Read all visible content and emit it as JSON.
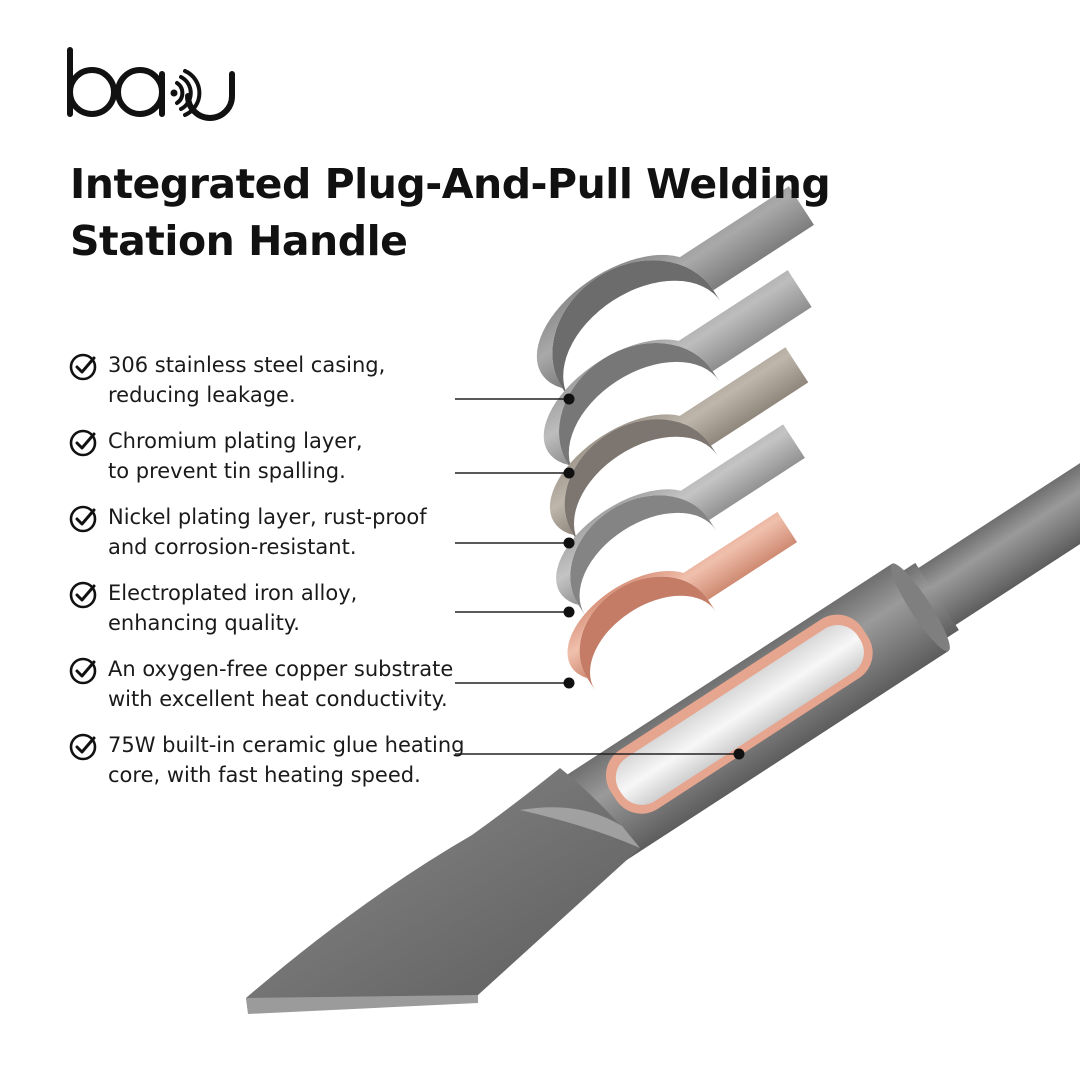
{
  "brand": {
    "name": "baju",
    "logo_icon": "signal-waves-icon"
  },
  "title": "Integrated Plug-And-Pull Welding\nStation Handle",
  "features": [
    {
      "icon": "check-circle-icon",
      "text": "306 stainless steel casing,\nreducing leakage."
    },
    {
      "icon": "check-circle-icon",
      "text": "Chromium plating layer,\nto prevent tin spalling."
    },
    {
      "icon": "check-circle-icon",
      "text": "Nickel plating layer, rust-proof\nand corrosion-resistant."
    },
    {
      "icon": "check-circle-icon",
      "text": "Electroplated iron alloy,\nenhancing quality."
    },
    {
      "icon": "check-circle-icon",
      "text": "An oxygen-free copper substrate\nwith excellent heat conductivity."
    },
    {
      "icon": "check-circle-icon",
      "text": "75W built-in ceramic glue heating\ncore, with fast heating speed."
    }
  ],
  "colors": {
    "text": "#111111",
    "steel": "#8d8d8d",
    "chromium": "#a6a6a6",
    "nickel": "#a59d94",
    "copper": "#e2a78f",
    "leader": "#222222"
  }
}
